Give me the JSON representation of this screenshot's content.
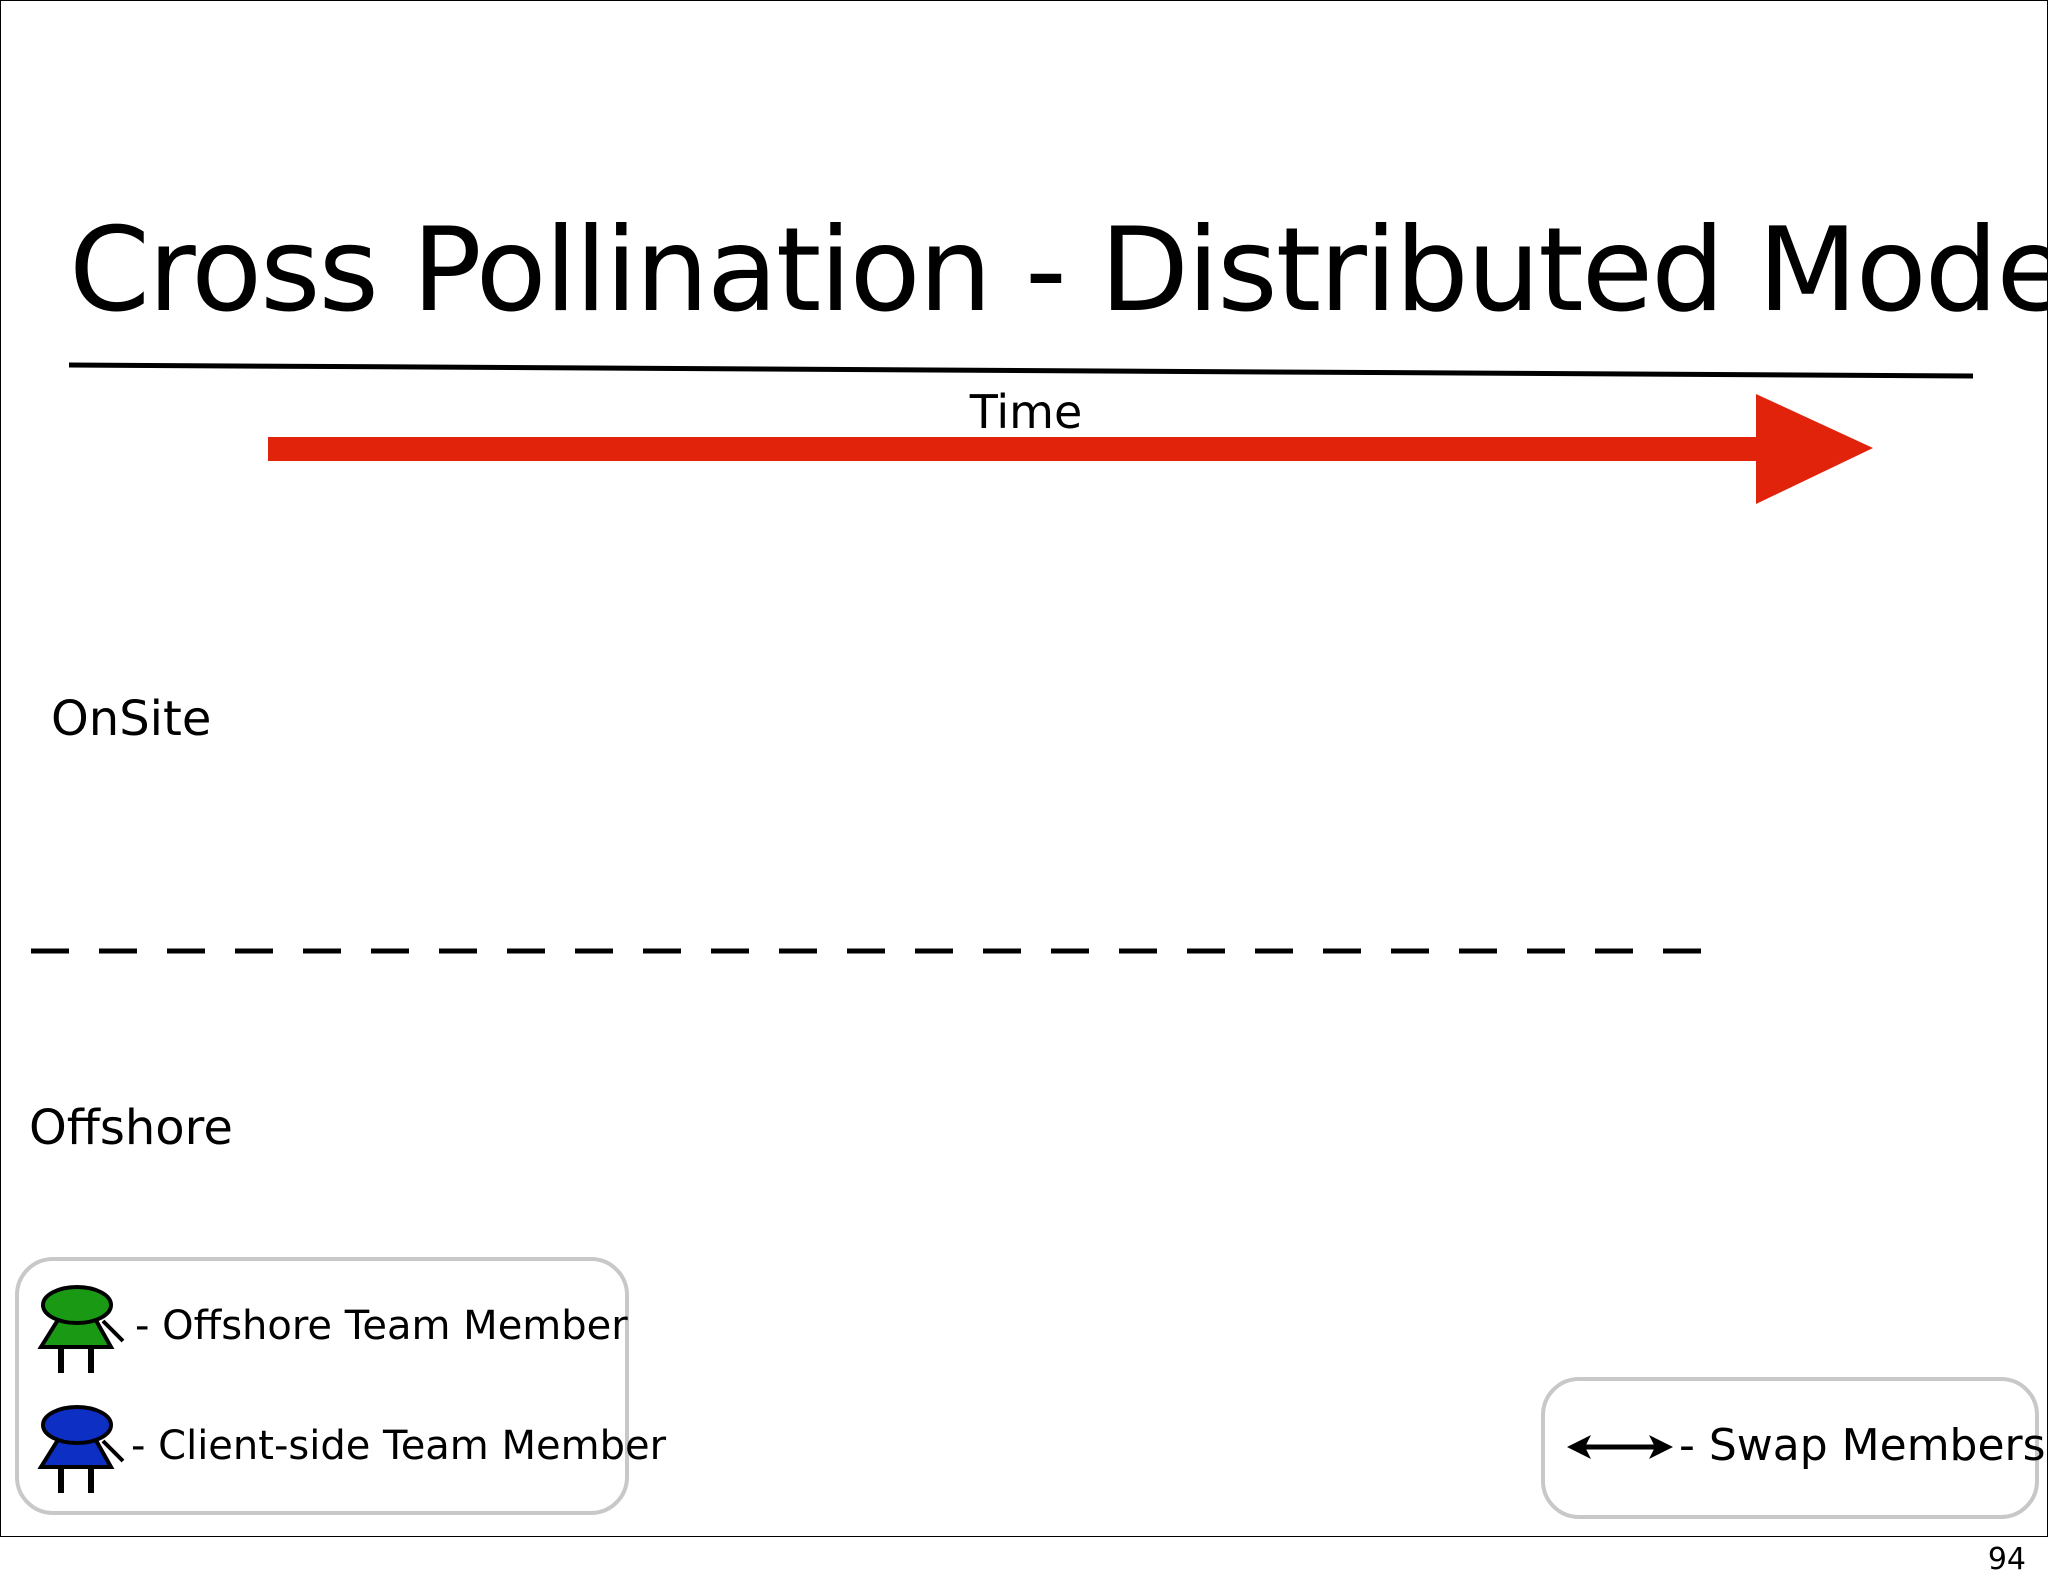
{
  "slide": {
    "title": "Cross Pollination - Distributed Model",
    "time_label": "Time",
    "onsite_label": "OnSite",
    "offshore_label": "Offshore",
    "page_number": "94"
  },
  "legend": {
    "offshore_member": {
      "label": "- Offshore Team Member",
      "icon": "person-icon",
      "color": "#1a9a14"
    },
    "client_member": {
      "label": "- Client-side Team Member",
      "icon": "person-icon",
      "color": "#0d2fc4"
    },
    "swap": {
      "label": "- Swap Members",
      "icon": "double-arrow-icon"
    }
  },
  "colors": {
    "time_arrow": "#e2230b",
    "legend_border": "#c8c8c8"
  }
}
